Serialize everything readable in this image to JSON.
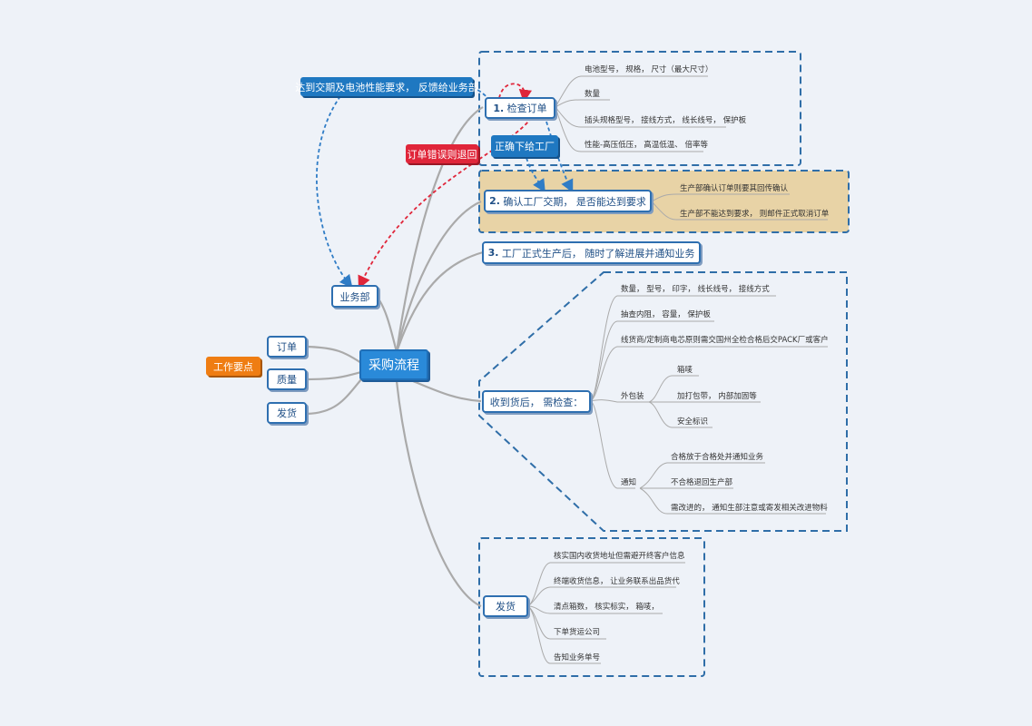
{
  "root": "采购流程",
  "left": {
    "tag": "工作要点",
    "items": [
      "订单",
      "质量",
      "发货"
    ]
  },
  "dept": "业务部",
  "callouts": {
    "feedback": "达到交期及电池性能要求，  反馈给业务部",
    "reject": "订单错误则退回",
    "order_factory": "正确下给工厂"
  },
  "step1": {
    "num": "1.",
    "label": "检查订单",
    "leaves": [
      "电池型号，  规格，  尺寸（最大尺寸）",
      "数量",
      "插头规格型号，  接线方式，  线长线号，  保护板",
      "性能-高压低压，  高温低温、  倍率等"
    ]
  },
  "step2": {
    "num": "2.",
    "label": "确认工厂交期，  是否能达到要求",
    "leaves": [
      "生产部确认订单则要其回传确认",
      "生产部不能达到要求，  则邮件正式取消订单"
    ]
  },
  "step3": {
    "num": "3.",
    "label": "工厂正式生产后，  随时了解进展并通知业务"
  },
  "inspect": {
    "label": "收到货后，  需检查：",
    "leaves": [
      "数量，  型号，  印字，  线长线号，  接线方式",
      "抽查内阻，  容量，  保护板",
      "线货商/定制商电芯原则需交国州全检合格后交PACK厂或客户"
    ],
    "packaging": {
      "label": "外包装",
      "items": [
        "箱唛",
        "加打包带，  内部加固等",
        "安全标识"
      ]
    },
    "notify": {
      "label": "通知",
      "items": [
        "合格放于合格处并通知业务",
        "不合格退回生产部",
        "需改进的，  通知生部注意或寄发相关改进物料"
      ]
    }
  },
  "ship": {
    "label": "发货",
    "leaves": [
      "核实国内收货地址但需避开终客户信息",
      "终端收货信息，  让业务联系出品货代",
      "清点箱数，  核实标实，  箱唛，",
      "下单货运公司",
      "告知业务单号"
    ]
  },
  "colors": {
    "background": "#eef2f8",
    "node_border": "#2e6fb0",
    "root_fill": "#2a8ad9",
    "callout_blue": "#1f78c1",
    "callout_red": "#e0263a",
    "tag_orange": "#ef7d12",
    "highlight_box": "#e8d3a6",
    "dashed_border": "#2f6ea8",
    "connector": "#aaaaaa"
  }
}
